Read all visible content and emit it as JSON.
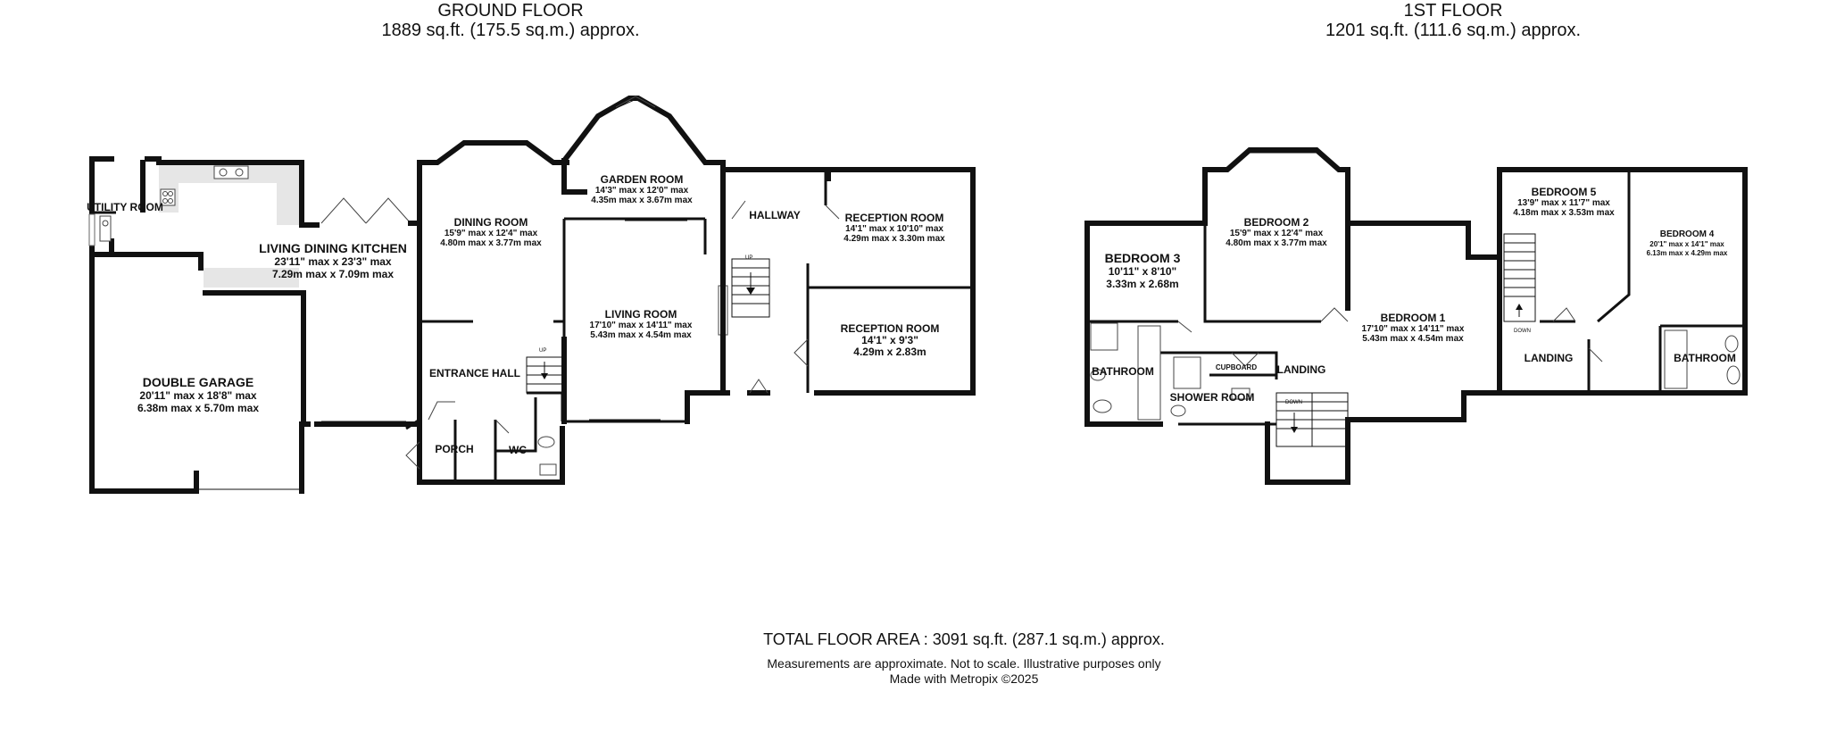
{
  "ground_floor": {
    "title": "GROUND FLOOR",
    "area": "1889 sq.ft. (175.5 sq.m.) approx.",
    "rooms": {
      "utility": {
        "name": "UTILITY ROOM"
      },
      "kitchen": {
        "name": "LIVING DINING KITCHEN",
        "imperial": "23'11\" max x 23'3\" max",
        "metric": "7.29m max x 7.09m max"
      },
      "garage": {
        "name": "DOUBLE GARAGE",
        "imperial": "20'11\" max x 18'8\" max",
        "metric": "6.38m max x 5.70m max"
      },
      "dining": {
        "name": "DINING ROOM",
        "imperial": "15'9\" max x 12'4\" max",
        "metric": "4.80m max x 3.77m max"
      },
      "garden": {
        "name": "GARDEN ROOM",
        "imperial": "14'3\" max x 12'0\" max",
        "metric": "4.35m max x 3.67m max"
      },
      "living": {
        "name": "LIVING ROOM",
        "imperial": "17'10\" max x 14'11\" max",
        "metric": "5.43m max x 4.54m max"
      },
      "hallway": {
        "name": "HALLWAY"
      },
      "reception1": {
        "name": "RECEPTION ROOM",
        "imperial": "14'1\" max x 10'10\" max",
        "metric": "4.29m max x 3.30m max"
      },
      "reception2": {
        "name": "RECEPTION ROOM",
        "imperial": "14'1\"  x 9'3\"",
        "metric": "4.29m  x 2.83m"
      },
      "entrance": {
        "name": "ENTRANCE HALL"
      },
      "porch": {
        "name": "PORCH"
      },
      "wc": {
        "name": "WC"
      }
    },
    "stair_labels": {
      "up1": "UP",
      "up2": "UP"
    }
  },
  "first_floor": {
    "title": "1ST FLOOR",
    "area": "1201 sq.ft. (111.6 sq.m.) approx.",
    "rooms": {
      "bedroom3": {
        "name": "BEDROOM 3",
        "imperial": "10'11\"  x 8'10\"",
        "metric": "3.33m  x 2.68m"
      },
      "bedroom2": {
        "name": "BEDROOM 2",
        "imperial": "15'9\" max x 12'4\" max",
        "metric": "4.80m max x 3.77m max"
      },
      "bedroom1": {
        "name": "BEDROOM 1",
        "imperial": "17'10\" max x 14'11\" max",
        "metric": "5.43m max x 4.54m max"
      },
      "bedroom5": {
        "name": "BEDROOM 5",
        "imperial": "13'9\" max x 11'7\" max",
        "metric": "4.18m max x 3.53m max"
      },
      "bedroom4": {
        "name": "BEDROOM 4",
        "imperial": "20'1\" max x 14'1\" max",
        "metric": "6.13m max x 4.29m max"
      },
      "bathroom1": {
        "name": "BATHROOM"
      },
      "bathroom2": {
        "name": "BATHROOM"
      },
      "shower": {
        "name": "SHOWER ROOM"
      },
      "cupboard": {
        "name": "CUPBOARD"
      },
      "landing1": {
        "name": "LANDING"
      },
      "landing2": {
        "name": "LANDING"
      }
    },
    "stair_labels": {
      "down1": "DOWN",
      "down2": "DOWN"
    }
  },
  "footer": {
    "total": "TOTAL FLOOR AREA : 3091 sq.ft. (287.1 sq.m.) approx.",
    "disclaimer": "Measurements are approximate.  Not to scale.  Illustrative purposes only",
    "credit": "Made with Metropix ©2025"
  },
  "colors": {
    "wall": "#111111",
    "kitchen_counter": "#e6e6e6"
  }
}
